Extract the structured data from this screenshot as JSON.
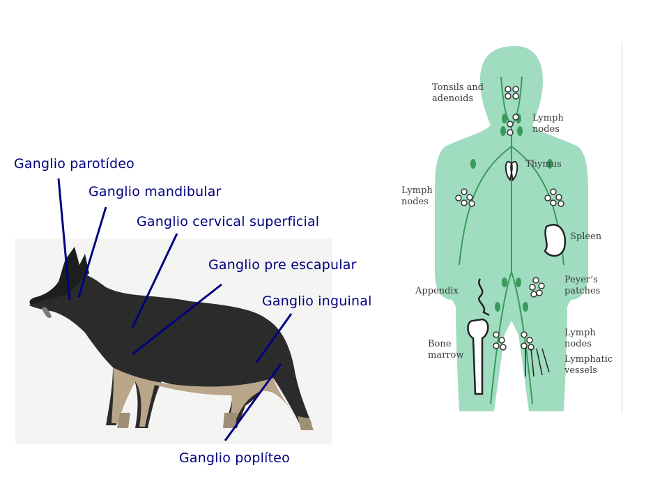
{
  "dog_labels": {
    "parotideo": "Ganglio parotídeo",
    "mandibular": "Ganglio mandibular",
    "cervical": "Ganglio cervical superficial",
    "pre_escapular": "Ganglio pre escapular",
    "inguinal": "Ganglio inguinal",
    "popliteo": "Ganglio poplíteo"
  },
  "human_labels": {
    "tonsils": "Tonsils and\nadenoids",
    "lymph_nodes_neck": "Lymph\nnodes",
    "thymus": "Thymus",
    "lymph_nodes_arm": "Lymph\nnodes",
    "spleen": "Spleen",
    "appendix": "Appendix",
    "peyers": "Peyer’s\npatches",
    "bone_marrow": "Bone\nmarrow",
    "lymph_nodes_groin": "Lymph\nnodes",
    "lymphatic_vessels": "Lymphatic\nvessels"
  },
  "colors": {
    "label_blue": "#000080",
    "body_fill": "#9fdcc0",
    "vessel_green": "#3a9a5c"
  }
}
